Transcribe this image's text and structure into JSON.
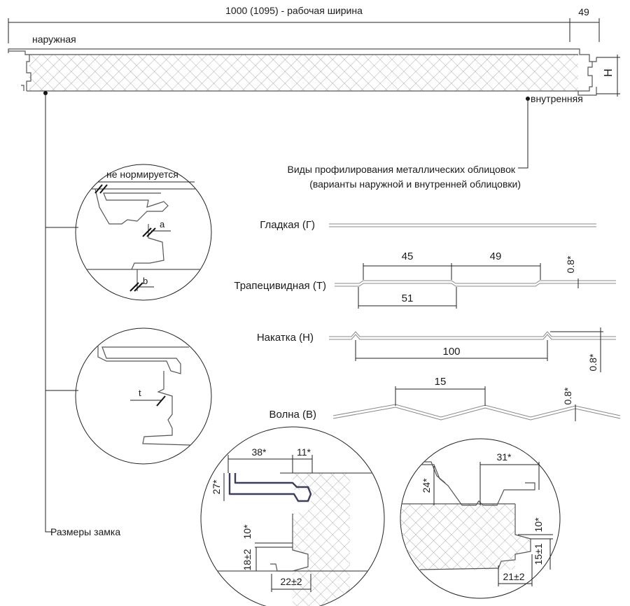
{
  "top": {
    "width_label": "1000 (1095) - рабочая ширина",
    "lock_width_label": "49",
    "outer_label": "наружная",
    "inner_label": "внутренняя",
    "thickness_label": "H"
  },
  "profiles": {
    "heading_line1": "Виды профилирования металлических облицовок",
    "heading_line2": "(варианты наружной и внутренней облицовки)",
    "smooth": {
      "label": "Гладкая (Г)"
    },
    "trapezoid": {
      "label": "Трапецивидная (Т)",
      "dim_a": "45",
      "dim_b": "49",
      "dim_c": "51",
      "depth": "0.8*"
    },
    "knurl": {
      "label": "Накатка (Н)",
      "dim_a": "100",
      "depth": "0.8*"
    },
    "wave": {
      "label": "Волна (В)",
      "dim_a": "15",
      "depth": "0.8*"
    }
  },
  "lock_detail_1": {
    "note": "не нормируется",
    "dim_a": "a",
    "dim_b": "b"
  },
  "lock_detail_2": {
    "dim_t": "t"
  },
  "lock_detail_3": {
    "d1": "38*",
    "d2": "11*",
    "d3": "27*",
    "d4": "10*",
    "d5": "18±2",
    "d6": "22±2"
  },
  "lock_detail_4": {
    "d1": "31*",
    "d2": "24*",
    "d3": "10*",
    "d4": "15±1",
    "d5": "21±2"
  },
  "lock_sizes_label": "Размеры замка"
}
